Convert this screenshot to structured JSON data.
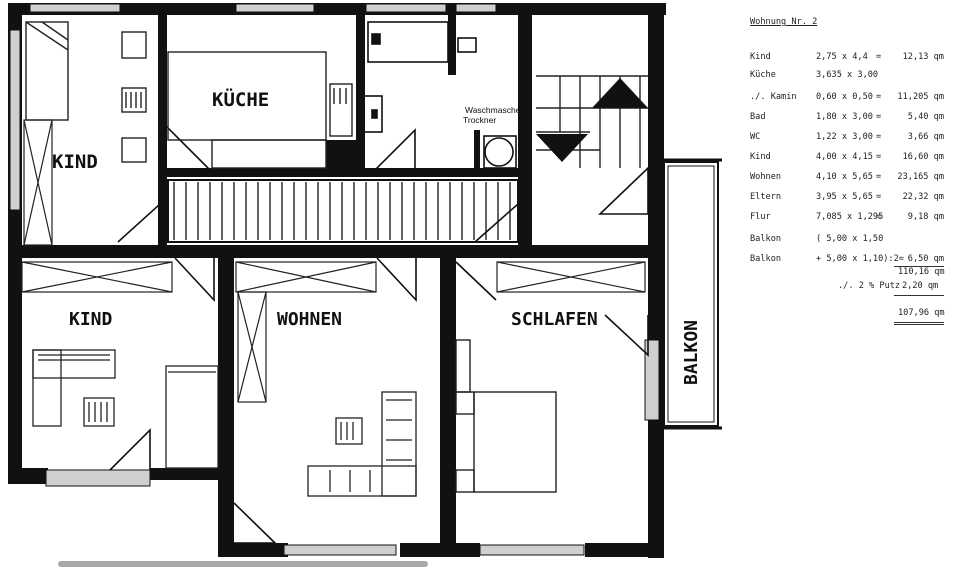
{
  "rooms": {
    "kind_top": "KIND",
    "kueche": "KÜCHE",
    "kind_bottom": "KIND",
    "wohnen": "WOHNEN",
    "schlafen": "SCHLAFEN",
    "balkon": "BALKON"
  },
  "bathroom_note": [
    "Waschmasche",
    "Trockner"
  ],
  "area_table": {
    "title": "Wohnung Nr. 2",
    "rows": [
      {
        "room": "Kind",
        "dims": "2,75 x 4,4",
        "eq": "=",
        "area": "12,13 qm"
      },
      {
        "room": "Küche",
        "dims": "3,635 x 3,00",
        "eq": "",
        "area": ""
      },
      {
        "room": "./. Kamin",
        "dims": "0,60 x 0,50",
        "eq": "=",
        "area": "11,205 qm"
      },
      {
        "room": "Bad",
        "dims": "1,80 x 3,00",
        "eq": "=",
        "area": "5,40 qm"
      },
      {
        "room": "WC",
        "dims": "1,22 x 3,00",
        "eq": "=",
        "area": "3,66 qm"
      },
      {
        "room": "Kind",
        "dims": "4,00 x 4,15",
        "eq": "=",
        "area": "16,60 qm"
      },
      {
        "room": "Wohnen",
        "dims": "4,10 x 5,65",
        "eq": "=",
        "area": "23,165 qm"
      },
      {
        "room": "Eltern",
        "dims": "3,95 x 5,65",
        "eq": "=",
        "area": "22,32 qm"
      },
      {
        "room": "Flur",
        "dims": "7,085 x 1,295",
        "eq": "=",
        "area": "9,18 qm"
      },
      {
        "room": "Balkon",
        "dims": "( 5,00 x 1,50",
        "eq": "",
        "area": ""
      },
      {
        "room": "Balkon",
        "dims": "+ 5,00 x 1,10):2=",
        "eq": "",
        "area": "6,50 qm"
      }
    ],
    "subtotal": "110,16 qm",
    "deduction_label": "./. 2 % Putz",
    "deduction": "2,20 qm",
    "total": "107,96 qm"
  }
}
